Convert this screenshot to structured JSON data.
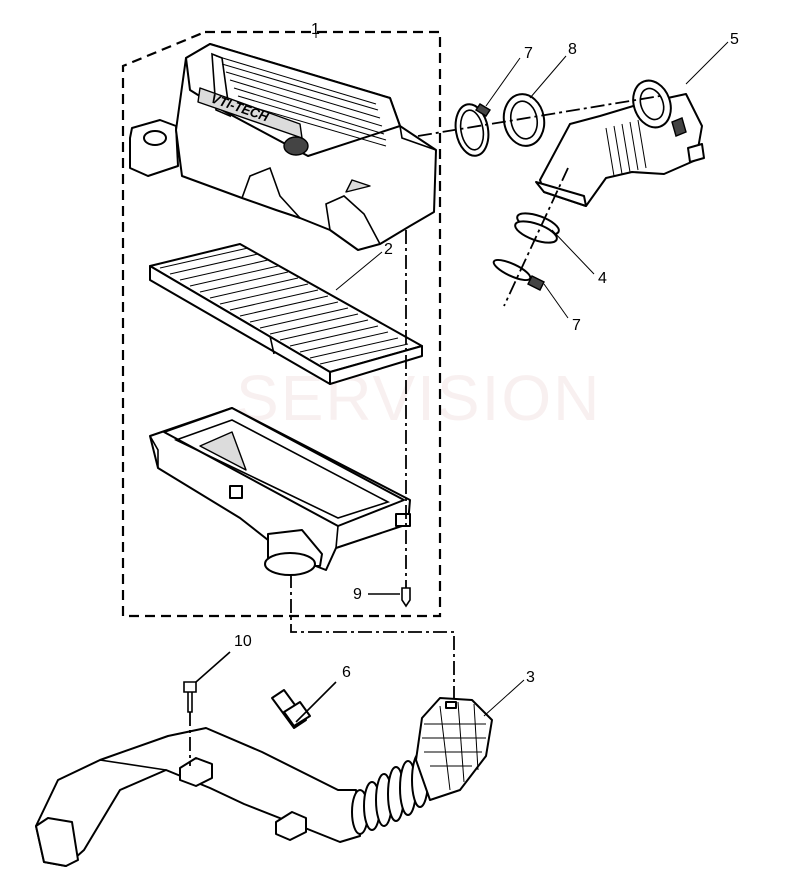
{
  "diagram": {
    "watermark": "SERVISION",
    "cover_label": "VTI-TECH",
    "callouts": {
      "1": "1",
      "2": "2",
      "3": "3",
      "4": "4",
      "5": "5",
      "6": "6",
      "7a": "7",
      "7b": "7",
      "8": "8",
      "9": "9",
      "10": "10"
    }
  }
}
